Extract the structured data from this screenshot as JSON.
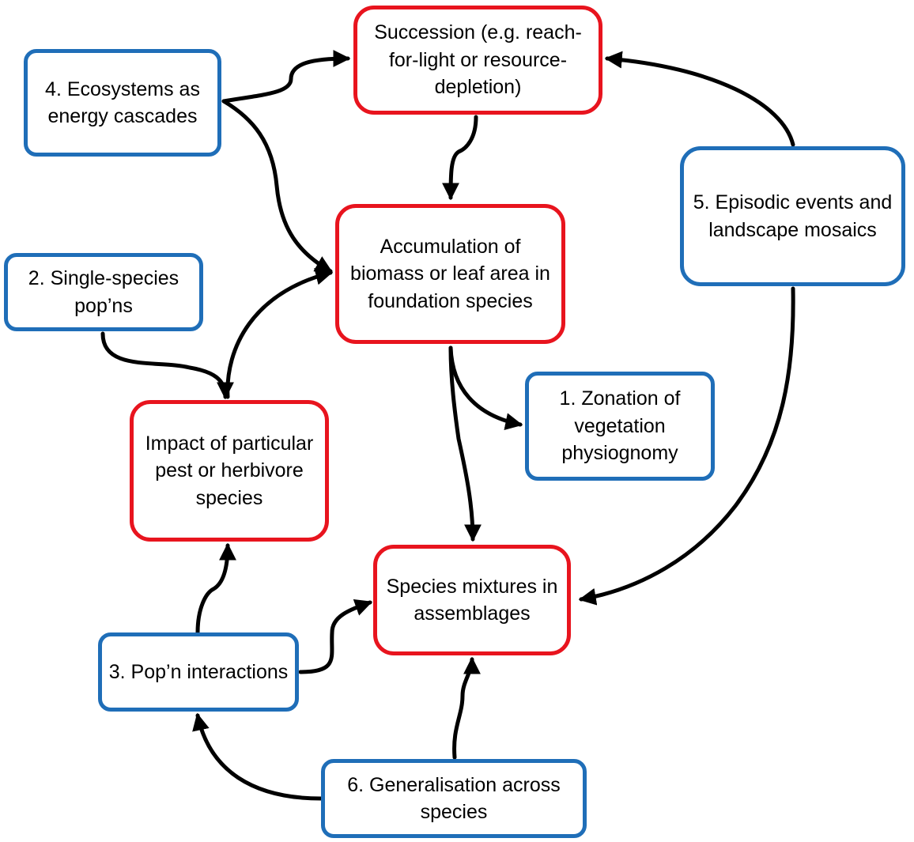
{
  "colors": {
    "core_border": "#e8141e",
    "perspective_border": "#1f6eb8",
    "arrow": "#000000"
  },
  "nodes": {
    "succession": "Succession (e.g. reach-for-light or resource-depletion)",
    "accumulation": "Accumulation of biomass or leaf area in foundation species",
    "impact": "Impact of particular pest or herbivore species",
    "mixtures": "Species mixtures in assemblages",
    "ecosystems": "4. Ecosystems as energy cascades",
    "single_species": "2. Single-species pop’ns",
    "episodic": "5. Episodic events and landscape mosaics",
    "zonation": "1. Zonation of vegetation physiognomy",
    "pop_interactions": "3. Pop’n interactions",
    "generalisation": "6. Generalisation across species"
  },
  "edges": [
    {
      "from": "ecosystems",
      "to": "succession"
    },
    {
      "from": "ecosystems",
      "to": "accumulation"
    },
    {
      "from": "succession",
      "to": "accumulation"
    },
    {
      "from": "episodic",
      "to": "succession"
    },
    {
      "from": "episodic",
      "to": "mixtures"
    },
    {
      "from": "impact",
      "to": "accumulation"
    },
    {
      "from": "single_species",
      "to": "impact"
    },
    {
      "from": "accumulation",
      "to": "zonation"
    },
    {
      "from": "accumulation",
      "to": "mixtures"
    },
    {
      "from": "pop_interactions",
      "to": "impact"
    },
    {
      "from": "pop_interactions",
      "to": "mixtures"
    },
    {
      "from": "generalisation",
      "to": "pop_interactions"
    },
    {
      "from": "generalisation",
      "to": "mixtures"
    }
  ]
}
